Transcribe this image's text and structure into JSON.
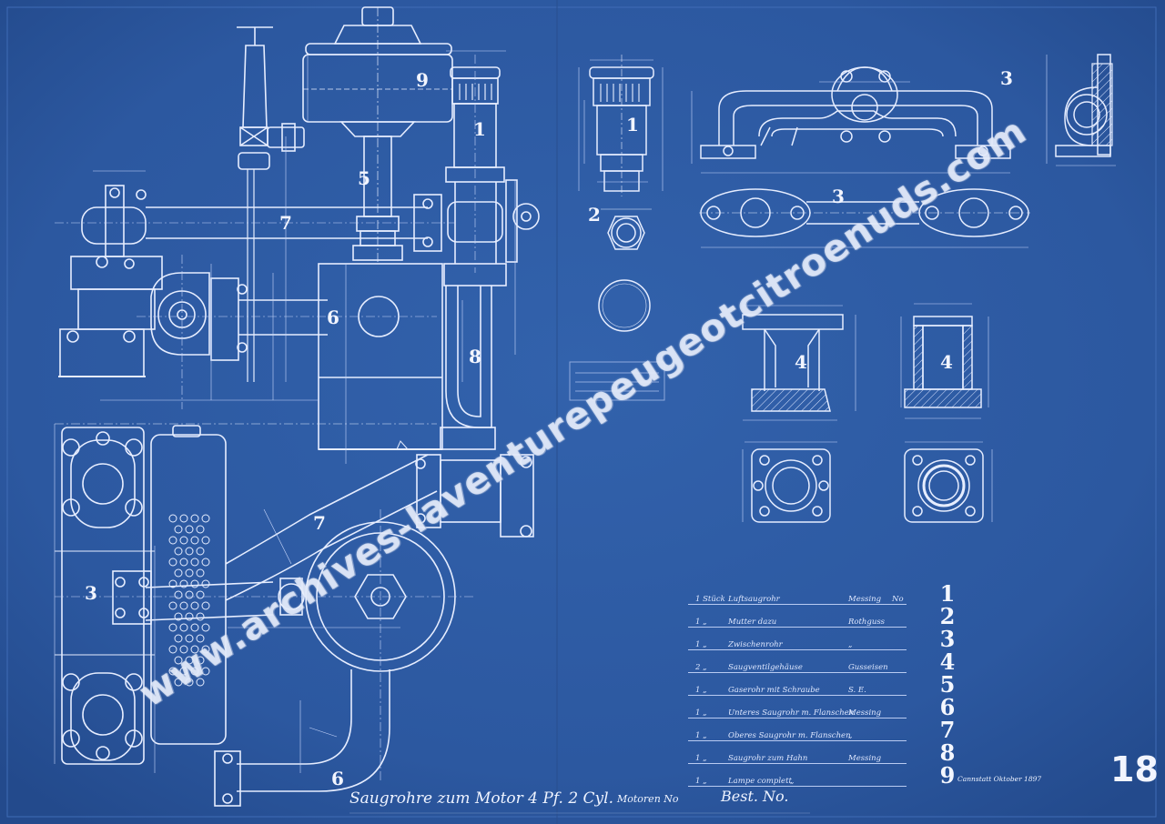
{
  "sheet": {
    "colors": {
      "paper": "#2c58a0",
      "line": "#e6edff",
      "watermark": "#e8eefc"
    }
  },
  "callouts": {
    "main_elevation": {
      "n9": "9",
      "n1": "1",
      "n5": "5",
      "n7": "7",
      "n6": "6",
      "n8": "8"
    },
    "details": {
      "d1": "1",
      "d2": "2",
      "d3a": "3",
      "d3b": "3",
      "d4a": "4",
      "d4b": "4"
    },
    "plan_view": {
      "n3": "3",
      "n7": "7",
      "n6": "6"
    }
  },
  "parts_list": {
    "rows": [
      {
        "qty": "1 Stück",
        "name": "Luftsaugrohr",
        "material": "Messing",
        "extra": "No",
        "num": "1"
      },
      {
        "qty": "1 „",
        "name": "Mutter dazu",
        "material": "Rothguss",
        "extra": "",
        "num": "2"
      },
      {
        "qty": "1 „",
        "name": "Zwischenrohr",
        "material": "„",
        "extra": "",
        "num": "3"
      },
      {
        "qty": "2 „",
        "name": "Saugventilgehäuse",
        "material": "Gusseisen",
        "extra": "",
        "num": "4"
      },
      {
        "qty": "1 „",
        "name": "Gaserohr mit Schraube",
        "material": "S. E.",
        "extra": "",
        "num": "5"
      },
      {
        "qty": "1 „",
        "name": "Unteres Saugrohr m. Flanschen",
        "material": "Messing",
        "extra": "",
        "num": "6"
      },
      {
        "qty": "1 „",
        "name": "Oberes Saugrohr m. Flanschen",
        "material": "„",
        "extra": "",
        "num": "7"
      },
      {
        "qty": "1 „",
        "name": "Saugrohr zum Hahn",
        "material": "Messing",
        "extra": "",
        "num": "8"
      },
      {
        "qty": "1 „",
        "name": "Lampe complett",
        "material": "„",
        "extra": "",
        "num": "9"
      }
    ]
  },
  "title_block": {
    "title": "Saugrohre zum Motor 4 Pf. 2 Cyl.",
    "motor_no": "Motoren No",
    "order_no": "Best. No.",
    "date_place": "Cannstatt Oktober 1897",
    "sheet_number": "18"
  },
  "watermark": "www.archives-laventurepeugeotcitroenuds.com"
}
